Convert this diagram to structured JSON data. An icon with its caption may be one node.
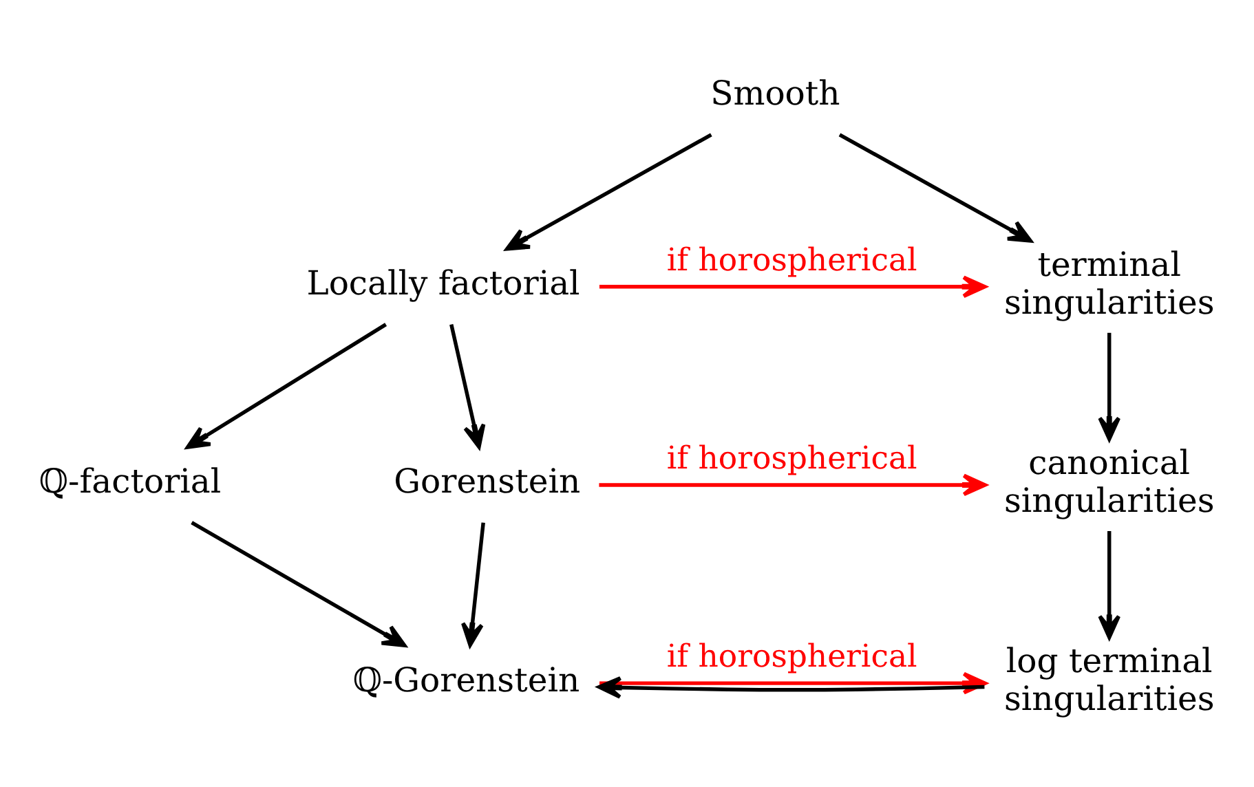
{
  "diagram": {
    "nodes": [
      {
        "text": [
          "Smooth"
        ]
      },
      {
        "text": [
          "Locally factorial"
        ]
      },
      {
        "text": [
          "terminal singularities"
        ]
      },
      {
        "text": [
          "ℚ-factorial"
        ]
      },
      {
        "text": [
          "Gorenstein"
        ]
      },
      {
        "text": [
          "canonical singularities"
        ]
      },
      {
        "text": [
          "ℚ-Gorenstein"
        ]
      },
      {
        "text": [
          "log terminal singularities"
        ]
      }
    ],
    "edges": [
      {
        "from": 0,
        "to": 1,
        "arrow": "to"
      },
      {
        "from": 0,
        "to": 2,
        "arrow": "to"
      },
      {
        "from": 1,
        "to": 2,
        "arrow": "to",
        "label": "if horospherical",
        "color": "#ff0000"
      },
      {
        "from": 2,
        "to": 5,
        "arrow": "to"
      },
      {
        "from": 1,
        "to": 3,
        "arrow": "to"
      },
      {
        "from": 1,
        "to": 4,
        "arrow": "to"
      },
      {
        "from": 4,
        "to": 5,
        "arrow": "to",
        "label": "if horospherical",
        "color": "#ff0000"
      },
      {
        "from": 5,
        "to": 7,
        "arrow": "to"
      },
      {
        "from": 3,
        "to": 6,
        "arrow": "to"
      },
      {
        "from": 4,
        "to": 6,
        "arrow": "to"
      },
      {
        "from": 6,
        "to": 7,
        "arrow": "to",
        "label": "if horospherical",
        "color": "#ff0000"
      },
      {
        "from": 7,
        "to": 6,
        "arrow": "to"
      }
    ]
  }
}
